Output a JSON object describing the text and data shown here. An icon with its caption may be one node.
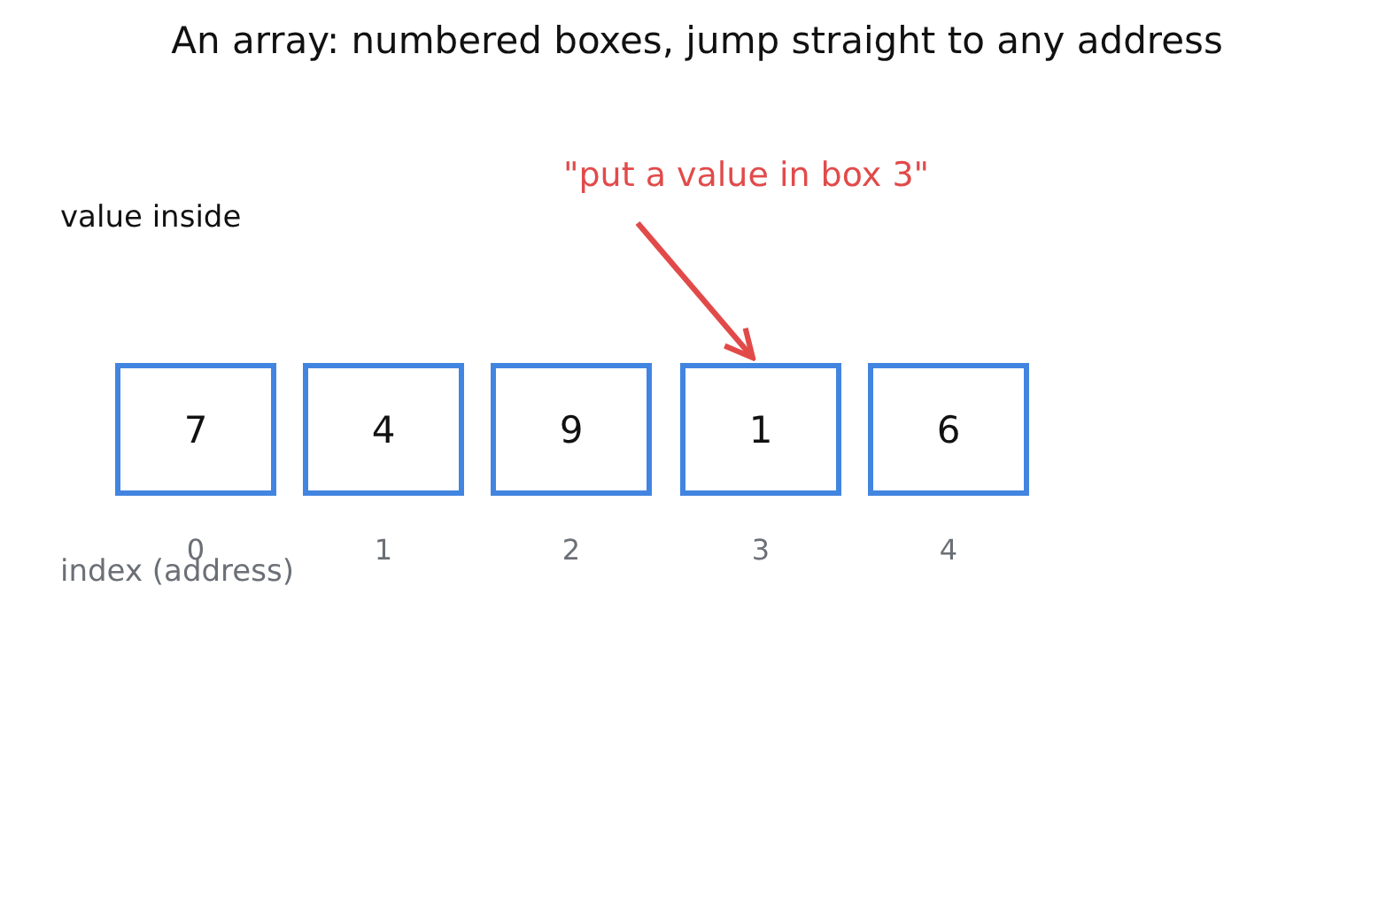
{
  "diagram": {
    "title": "An array: numbered boxes, jump straight to any address",
    "nodes": [
      {
        "text": [
          "7"
        ],
        "beside": [
          "0"
        ]
      },
      {
        "text": [
          "4"
        ],
        "beside": [
          "1"
        ]
      },
      {
        "text": [
          "9"
        ],
        "beside": [
          "2"
        ]
      },
      {
        "text": [
          "1"
        ],
        "beside": [
          "3"
        ]
      },
      {
        "text": [
          "6"
        ],
        "beside": [
          "4"
        ]
      },
      {
        "text": [
          "\"put a value in box 3\""
        ]
      }
    ],
    "edges": [
      {
        "from": 5,
        "to": 3,
        "arrow": "to",
        "color": "#e24a4a"
      }
    ],
    "labels": [
      "value inside",
      "index (address)"
    ]
  }
}
